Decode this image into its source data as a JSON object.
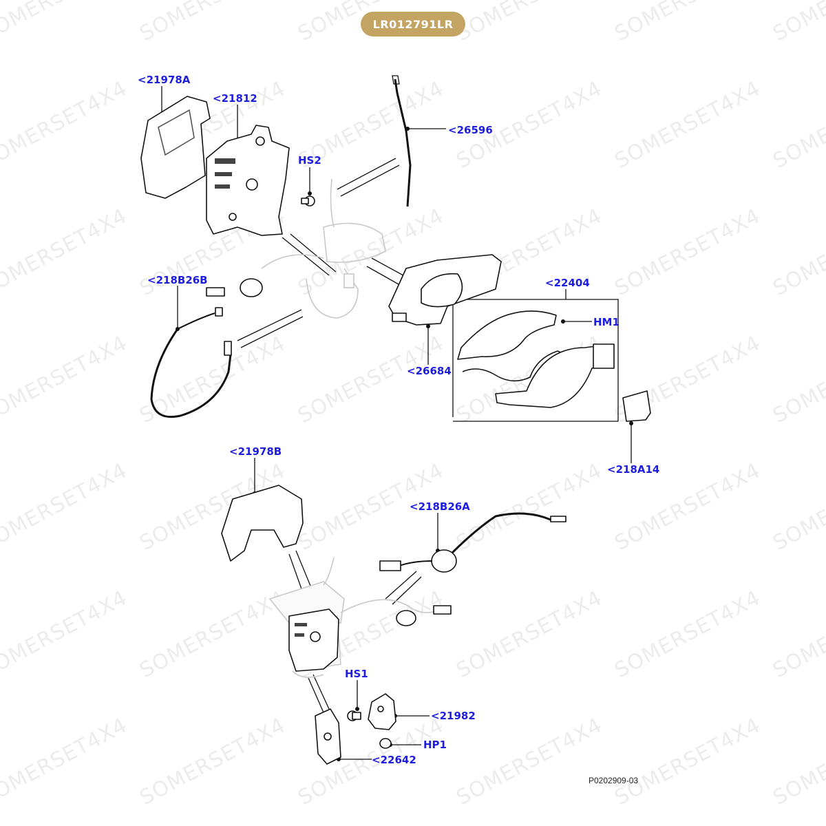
{
  "part_number": "LR012791LR",
  "figure_reference": "P0202909-03",
  "watermark_text": "SOMERSET4X4",
  "colors": {
    "badge": "#c4a463",
    "callout_text": "#1d1de0",
    "watermark": "#ececec"
  },
  "callouts": {
    "c21978A": "<21978A",
    "c21812": "<21812",
    "c26596": "<26596",
    "hs2": "HS2",
    "c218B26B": "<218B26B",
    "c22404": "<22404",
    "hm1": "HM1",
    "c26684": "<26684",
    "c218A14": "<218A14",
    "c21978B": "<21978B",
    "c218B26A": "<218B26A",
    "hs1": "HS1",
    "c21982": "<21982",
    "hp1": "HP1",
    "c22642": "<22642"
  }
}
